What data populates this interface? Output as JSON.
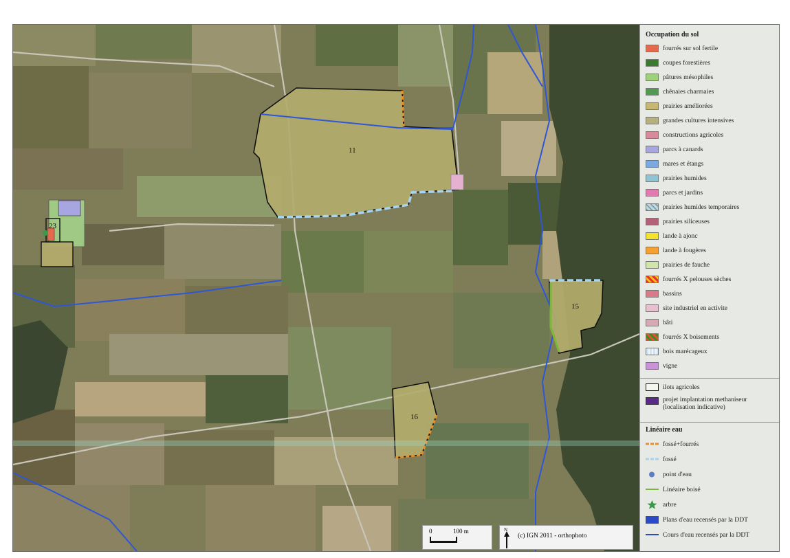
{
  "map": {
    "parcels": [
      {
        "id": "parcel-11",
        "label": "11"
      },
      {
        "id": "parcel-15",
        "label": "15"
      },
      {
        "id": "parcel-16",
        "label": "16"
      },
      {
        "id": "parcel-23",
        "label": "23"
      }
    ],
    "scale_zero": "0",
    "scale_distance": "100 m",
    "north_letter": "N",
    "credit": "(c) IGN 2011 - orthophoto"
  },
  "legend": {
    "land_title": "Occupation du sol",
    "land_items": [
      {
        "label": "fourrés sur sol fertile",
        "color": "#e46a4e"
      },
      {
        "label": "coupes forestières",
        "color": "#3a7a2e"
      },
      {
        "label": "pâtures mésophiles",
        "color": "#9fd07a"
      },
      {
        "label": "chênaies charmaies",
        "color": "#4f9a4e"
      },
      {
        "label": "prairies améliorées",
        "color": "#c6b873"
      },
      {
        "label": "grandes cultures intensives",
        "color": "#b8b07a"
      },
      {
        "label": "constructions agricoles",
        "color": "#d98a9a"
      },
      {
        "label": "parcs à canards",
        "color": "#a7a6e0"
      },
      {
        "label": "mares et étangs",
        "color": "#7aa8e0"
      },
      {
        "label": "prairies humides",
        "color": "#8fc4d4"
      },
      {
        "label": "parcs et jardins",
        "color": "#e07ab0"
      },
      {
        "label": "prairies humides temporaires",
        "color": "#9ab8c0"
      },
      {
        "label": "prairies siliceuses",
        "color": "#b4607a"
      },
      {
        "label": "lande à ajonc",
        "color": "#f3e32a"
      },
      {
        "label": "lande à fougères",
        "color": "#f5a032"
      },
      {
        "label": "prairies de fauche",
        "color": "#cfe6a8"
      },
      {
        "label": "fourrés X pelouses sèches",
        "color": "#e8462a"
      },
      {
        "label": "bassins",
        "color": "#d77a8a"
      },
      {
        "label": "site industriel en activite",
        "color": "#e8c0cf"
      },
      {
        "label": "bâti",
        "color": "#d8a8b4"
      },
      {
        "label": "fourrés X boisements",
        "color": "#d8582a"
      },
      {
        "label": "bois marécageux",
        "color": "#cfe3f2"
      },
      {
        "label": "vigne",
        "color": "#c993d8"
      }
    ],
    "ilots": "ilots agricoles",
    "projet": "projet implantation methaniseur (localisation indicative)",
    "water_title": "Linéaire eau",
    "water_items": [
      {
        "label": "fossé+fourrés",
        "color": "#e8902a"
      },
      {
        "label": "fossé",
        "color": "#a8d4f0"
      },
      {
        "label": "point d'eau",
        "color": "#5a7ec8"
      },
      {
        "label": "Linéaire boisé",
        "color": "#7ab83a"
      },
      {
        "label": "arbre",
        "color": "#3a9a4a"
      },
      {
        "label": "Plans d'eau recensés par la DDT",
        "color": "#2a4ac8"
      },
      {
        "label": "Cours d'eau recensés par la DDT",
        "color": "#2a4ac8"
      }
    ]
  }
}
